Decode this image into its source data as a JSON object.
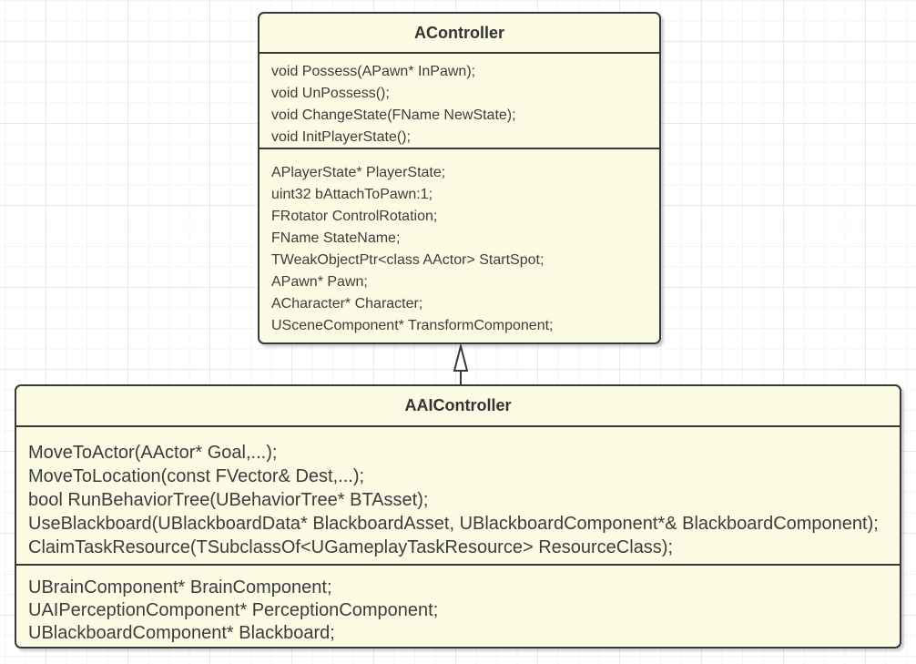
{
  "diagram": {
    "type": "uml-class-diagram",
    "classes": {
      "acontroller": {
        "name": "AController",
        "methods": [
          "void Possess(APawn* InPawn);",
          "void UnPossess();",
          "void ChangeState(FName NewState);",
          "void InitPlayerState();"
        ],
        "fields": [
          "APlayerState* PlayerState;",
          "uint32 bAttachToPawn:1;",
          "FRotator ControlRotation;",
          "FName StateName;",
          "TWeakObjectPtr<class AActor> StartSpot;",
          "APawn* Pawn;",
          "ACharacter* Character;",
          "USceneComponent* TransformComponent;"
        ]
      },
      "aaicontroller": {
        "name": "AAIController",
        "methods": [
          "MoveToActor(AActor* Goal,...);",
          "MoveToLocation(const FVector& Dest,...);",
          "bool RunBehaviorTree(UBehaviorTree* BTAsset);",
          "UseBlackboard(UBlackboardData* BlackboardAsset, UBlackboardComponent*& BlackboardComponent);",
          "ClaimTaskResource(TSubclassOf<UGameplayTaskResource> ResourceClass);"
        ],
        "fields": [
          "UBrainComponent* BrainComponent;",
          "UAIPerceptionComponent* PerceptionComponent;",
          "UBlackboardComponent* Blackboard;"
        ]
      }
    },
    "relationship": {
      "type": "inheritance",
      "from": "AAIController",
      "to": "AController"
    },
    "colors": {
      "box_fill": "#FCFCE5",
      "box_border": "#383838",
      "text": "#3C3C3C",
      "grid_minor": "#F4F4F4",
      "grid_major": "#E8E8E8",
      "canvas_background": "#FFFFFF"
    }
  }
}
